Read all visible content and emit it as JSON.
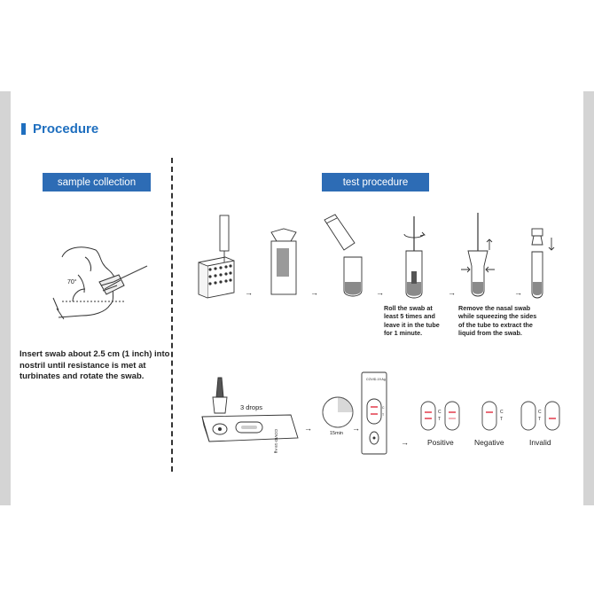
{
  "header": {
    "title": "Procedure"
  },
  "sections": {
    "sample_collection": "sample collection",
    "test_procedure": "test procedure"
  },
  "sample": {
    "angle_label": "70°",
    "instruction": "Insert swab about 2.5 cm (1 inch) into nostril until resistance is met at turbinates and rotate the swab."
  },
  "steps": {
    "roll": "Roll the swab at least 5 times and leave it in the tube for 1 minute.",
    "remove": "Remove the nasal swab while squeezing the sides of the tube to extract the liquid from the swab."
  },
  "test": {
    "drops_label": "3 drops",
    "timer_label": "15min",
    "cassette_label": "COVID-19 Ag",
    "device_label": "COVID-19 Ag",
    "line_c": "C",
    "line_t": "T"
  },
  "results": {
    "positive": "Positive",
    "negative": "Negative",
    "invalid": "Invalid"
  },
  "colors": {
    "accent": "#1f6fbf",
    "banner": "#2d6cb5",
    "positive_line": "#e23a4b",
    "side_bar": "#d4d4d4"
  }
}
